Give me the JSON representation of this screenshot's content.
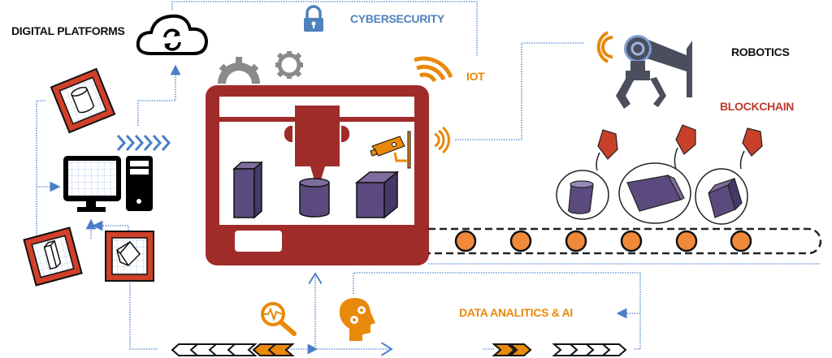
{
  "labels": {
    "digital_platforms": "DIGITAL PLATFORMS",
    "cybersecurity": "CYBERSECURITY",
    "iot": "IOT",
    "robotics": "ROBOTICS",
    "blockchain": "BLOCKCHAIN",
    "data_analytics": "DATA ANALITICS & AI"
  },
  "colors": {
    "printer": "#a02c2a",
    "orange": "#e8890a",
    "blue_connector": "#4a7fc8",
    "purple_object": "#5b4a7e",
    "red_frame": "#d0402a",
    "robot": "#4a4e5e",
    "gear": "#8a8a8a",
    "cyber_blue": "#4f81bd",
    "conveyor_roller": "#f0893a"
  },
  "icons": [
    "cloud-sync-icon",
    "lock-icon",
    "gears-icon",
    "wifi-icon",
    "robot-arm-icon",
    "price-tag-icon",
    "computer-icon",
    "magnifier-chart-icon",
    "head-gears-icon",
    "security-camera-icon",
    "chevron-arrows-icon"
  ]
}
